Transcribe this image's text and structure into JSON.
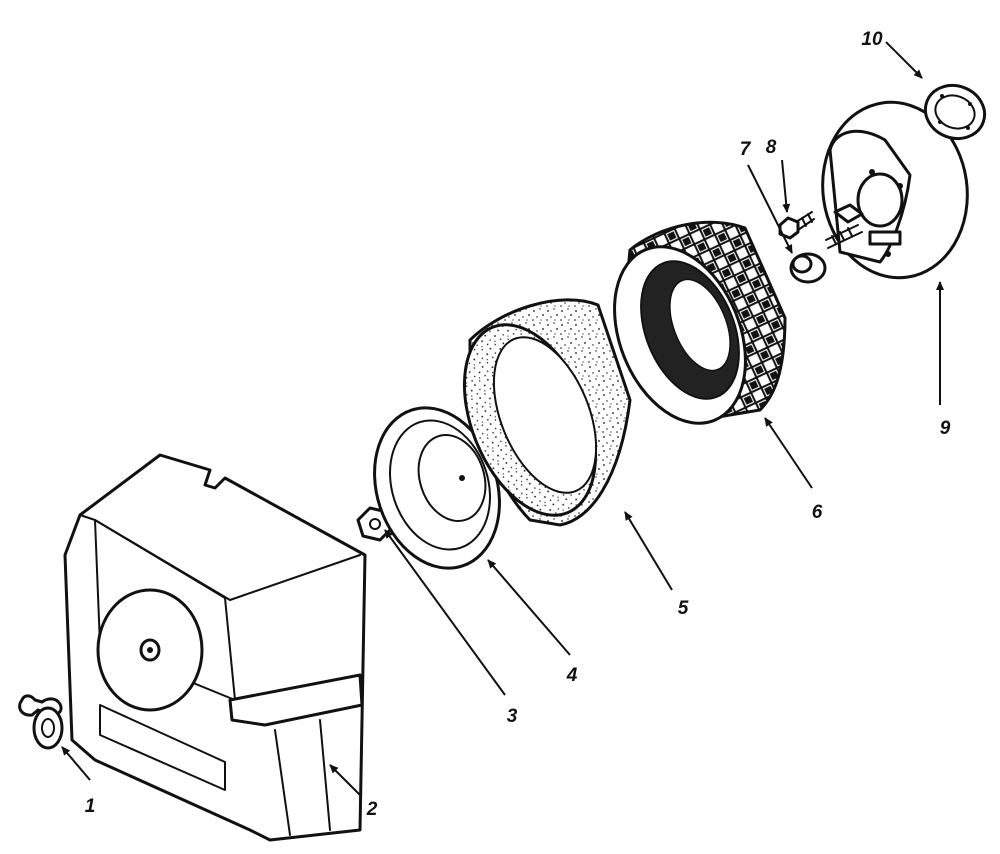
{
  "callouts": [
    {
      "label": "1"
    },
    {
      "label": "2"
    },
    {
      "label": "3"
    },
    {
      "label": "4"
    },
    {
      "label": "5"
    },
    {
      "label": "6"
    },
    {
      "label": "7"
    },
    {
      "label": "8"
    },
    {
      "label": "9"
    },
    {
      "label": "10"
    }
  ],
  "colors": {
    "ink": "#111111",
    "paper": "#ffffff"
  }
}
